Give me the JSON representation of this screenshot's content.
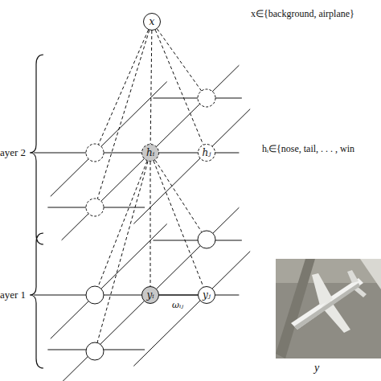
{
  "diagram": {
    "nodes": [
      {
        "text": [
          "x"
        ]
      },
      {
        "text": [
          "hᵢ"
        ]
      },
      {
        "text": [
          "hⱼ"
        ]
      },
      {
        "text": [
          "yᵢ"
        ]
      },
      {
        "text": [
          "yⱼ"
        ]
      }
    ],
    "edges": [
      {
        "from": 0,
        "to": 1,
        "arrow": "none"
      },
      {
        "from": 0,
        "to": 2,
        "arrow": "none"
      },
      {
        "from": 1,
        "to": 3,
        "arrow": "none"
      },
      {
        "from": 1,
        "to": 4,
        "arrow": "none"
      },
      {
        "from": 3,
        "to": 4,
        "label": "ωᵢⱼ",
        "arrow": "none"
      }
    ],
    "labels": [
      "x∈{background, airplane}",
      "ayer 2",
      "hᵢ∈{nose, tail, . . . , win",
      "ayer 1",
      "y"
    ]
  }
}
